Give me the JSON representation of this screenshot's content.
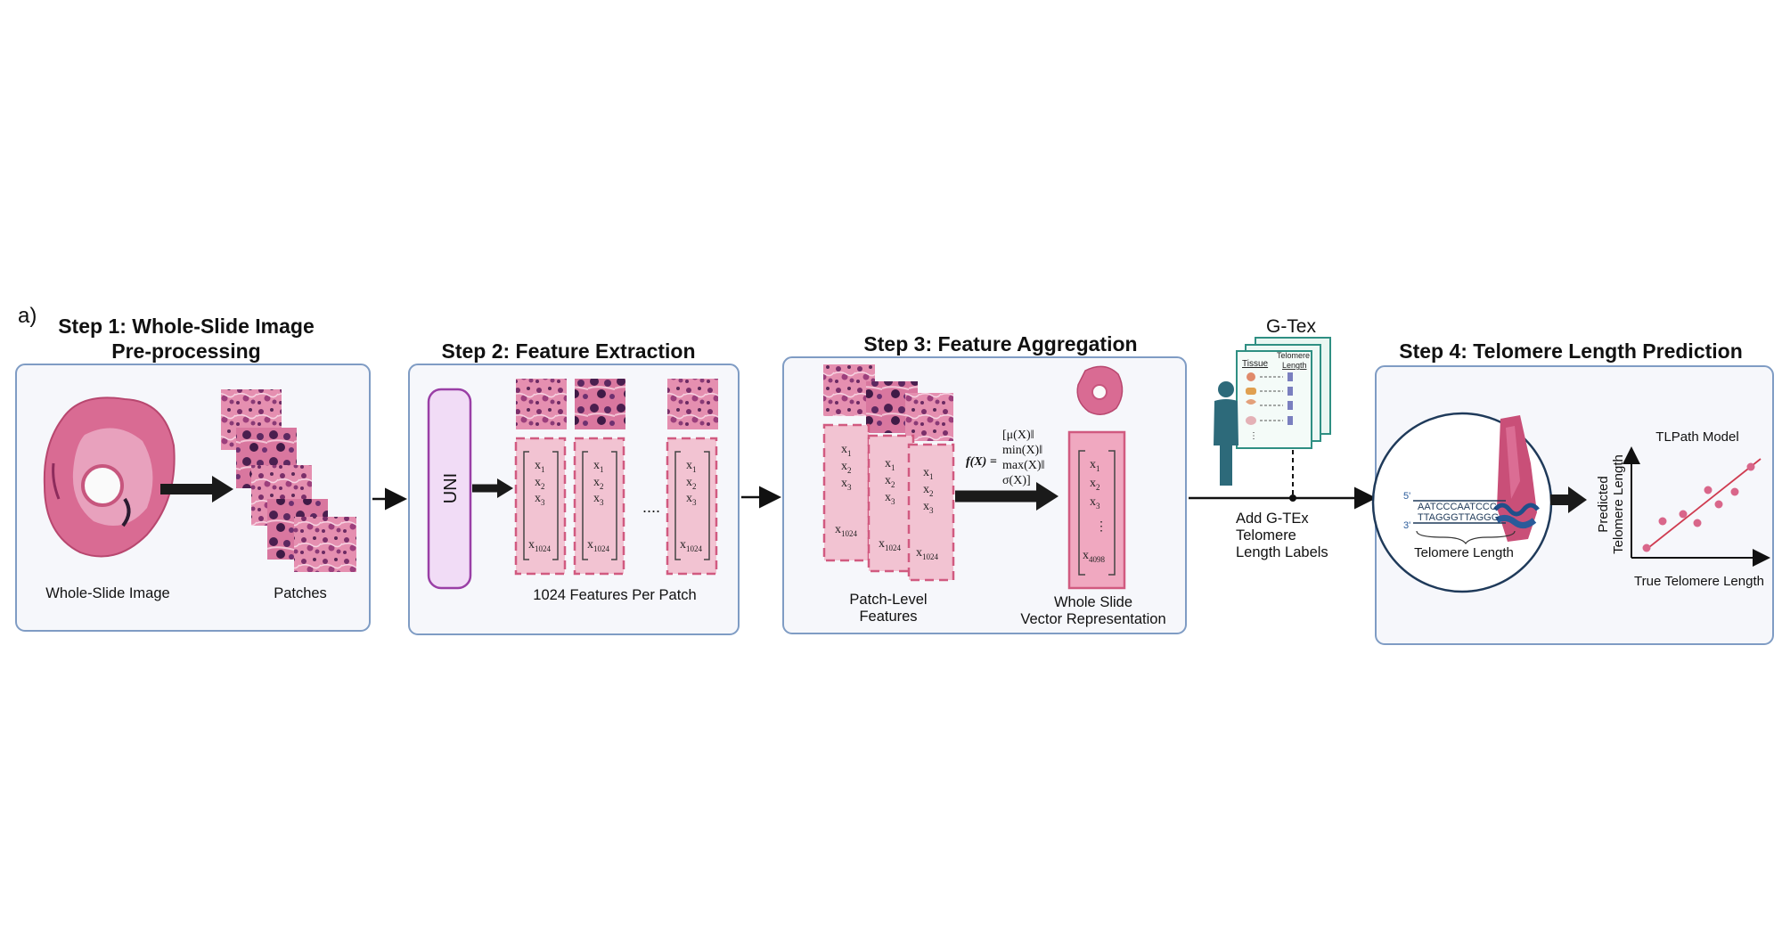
{
  "panel_label": "a)",
  "step1": {
    "title_line1": "Step 1: Whole-Slide Image",
    "title_line2": "Pre-processing",
    "wsi_label": "Whole-Slide Image",
    "patches_label": "Patches"
  },
  "step2": {
    "title": "Step 2: Feature Extraction",
    "encoder": "UNI",
    "vector_x1": "x",
    "sub1": "1",
    "sub2": "2",
    "sub3": "3",
    "sub_last": "1024",
    "dots": "....",
    "features_label": "1024 Features Per Patch"
  },
  "step3": {
    "title": "Step 3: Feature Aggregation",
    "func_label": "f(X) =",
    "func_lines": [
      "[μ(X)‖",
      "min(X)‖",
      "max(X)‖",
      "σ(X)]"
    ],
    "patch_label_line1": "Patch-Level",
    "patch_label_line2": "Features",
    "wsv_label_line1": "Whole Slide",
    "wsv_label_line2": "Vector Representation",
    "wsv_sub_last": "4098"
  },
  "gtex": {
    "title": "G-Tex",
    "table_col1": "Tissue",
    "table_col2_line1": "Telomere",
    "table_col2_line2": "Length",
    "label_line1": "Add G-TEx",
    "label_line2": "Telomere",
    "label_line3": "Length Labels"
  },
  "step4": {
    "title": "Step 4: Telomere Length Prediction",
    "strand5": "5'",
    "strand3": "3'",
    "seq_top": "AATCCCAATCCC",
    "seq_bottom": "TTAGGGTTAGGG",
    "telomere_label": "Telomere Length",
    "model_label": "TLPath Model",
    "y_label_line1": "Predicted",
    "y_label_line2": "Telomere Length",
    "x_label": "True Telomere Length"
  },
  "colors": {
    "panel_border": "#7f9cc4",
    "panel_fill": "#f6f7fb",
    "tissue_pink": "#d96b93",
    "vector_pink": "#f2c3d2",
    "vector_border": "#d15a80",
    "uni_fill": "#f1dcf6",
    "uni_border": "#9a3fa6",
    "gtex_green": "#2f8f83",
    "person_teal": "#2d6a7a",
    "dna_blue": "#2a5b9a",
    "fit_line": "#cf3b50"
  }
}
